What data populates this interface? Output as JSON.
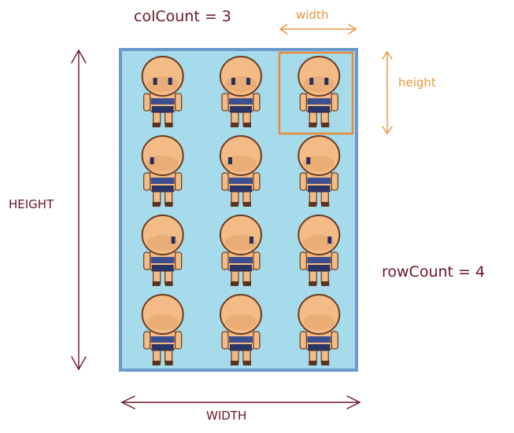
{
  "labels": {
    "col_count": "colCount = 3",
    "row_count": "rowCount = 4",
    "frame_width": "width",
    "frame_height": "height",
    "sheet_height": "HEIGHT",
    "sheet_width": "WIDTH"
  },
  "sheet": {
    "columns": 3,
    "rows": 4,
    "row_poses": [
      "front",
      "side-left",
      "side-right",
      "back"
    ],
    "highlighted_cell": {
      "row": 0,
      "col": 2
    }
  },
  "colors": {
    "background": "#ffffff",
    "sheet_fill": "#a5dbea",
    "sheet_border": "#6c9ac8",
    "highlight": "#e88a3c",
    "dark_arrow": "#6b1525",
    "orange_arrow": "#e8953a",
    "skin": "#f3bb86",
    "skin_shadow": "#d99558",
    "hair_outline": "#6b3b1e",
    "outfit": "#3d4f8f",
    "outfit_dark": "#2a3566",
    "boot": "#5a3320"
  }
}
